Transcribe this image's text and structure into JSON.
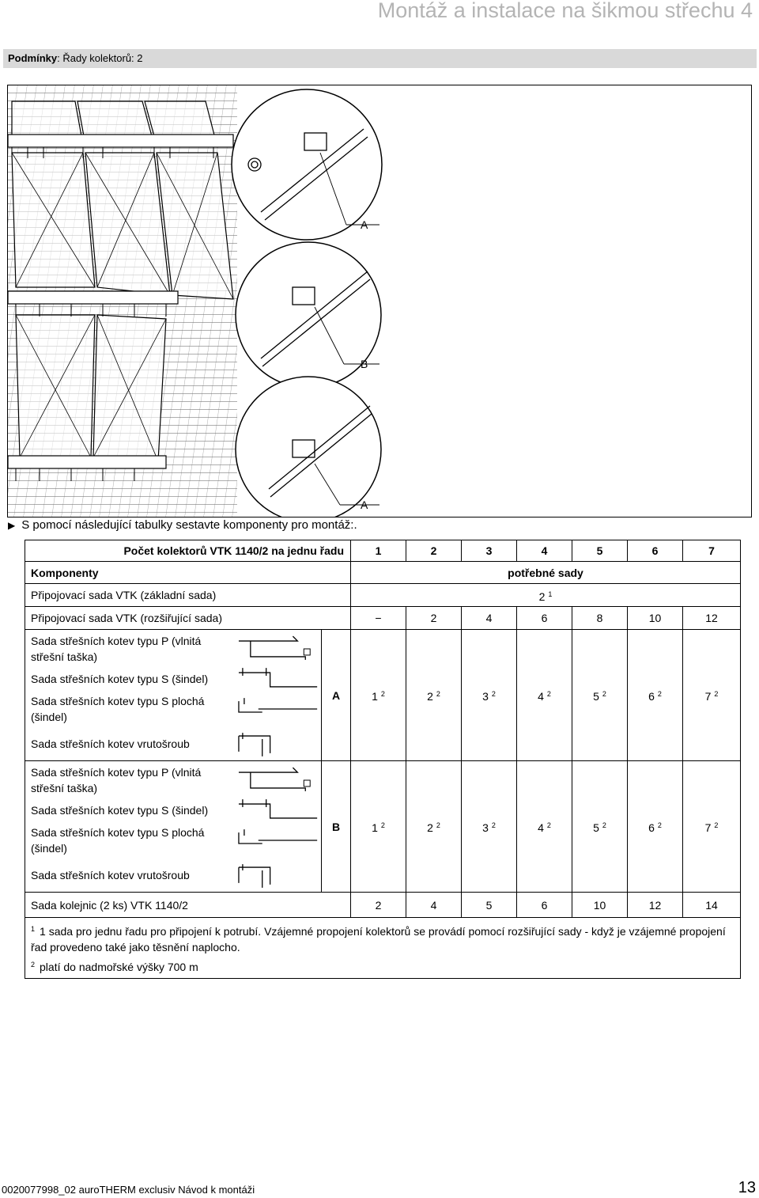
{
  "header": {
    "title": "Montáž a instalace na šikmou střechu 4"
  },
  "conditions": {
    "label": "Podmínky",
    "text": ": Řady kolektorů: 2"
  },
  "figure": {
    "callouts": [
      "A",
      "B",
      "A"
    ]
  },
  "instruction": {
    "text": "S pomocí následující tabulky sestavte komponenty pro montáž:."
  },
  "table": {
    "header_title": "Počet kolektorů VTK 1140/2 na jednu řadu",
    "columns": [
      "1",
      "2",
      "3",
      "4",
      "5",
      "6",
      "7"
    ],
    "components_label": "Komponenty",
    "required_label": "potřebné sady",
    "basic_kit": {
      "label": "Připojovací sada VTK (základní sada)",
      "value": "2",
      "note": "1"
    },
    "ext_kit": {
      "label": "Připojovací sada VTK (rozšiřující sada)",
      "values": [
        "−",
        "2",
        "4",
        "6",
        "8",
        "10",
        "12"
      ]
    },
    "group_a": {
      "letter": "A",
      "items": [
        "Sada střešních kotev typu P (vlnitá střešní taška)",
        "Sada střešních kotev typu S (šindel)",
        "Sada střešních kotev typu S plochá (šindel)",
        "Sada střešních kotev vrutošroub"
      ],
      "values": [
        "1",
        "2",
        "3",
        "4",
        "5",
        "6",
        "7"
      ],
      "note": "2"
    },
    "group_b": {
      "letter": "B",
      "items": [
        "Sada střešních kotev typu P (vlnitá střešní taška)",
        "Sada střešních kotev typu S (šindel)",
        "Sada střešních kotev typu S plochá (šindel)",
        "Sada střešních kotev vrutošroub"
      ],
      "values": [
        "1",
        "2",
        "3",
        "4",
        "5",
        "6",
        "7"
      ],
      "note": "2"
    },
    "rail_kit": {
      "label": "Sada kolejnic (2 ks) VTK 1140/2",
      "values": [
        "2",
        "4",
        "5",
        "6",
        "10",
        "12",
        "14"
      ]
    },
    "footnotes": [
      {
        "mark": "1",
        "text": "1 sada pro jednu řadu pro připojení k potrubí. Vzájemné propojení kolektorů se provádí pomocí rozšiřující sady - když je vzájemné propojení řad provedeno také jako těsnění naplocho."
      },
      {
        "mark": "2",
        "text": "platí do nadmořské výšky 700 m"
      }
    ]
  },
  "footer": {
    "doc": "0020077998_02 auroTHERM exclusiv Návod k montáži",
    "page": "13"
  }
}
